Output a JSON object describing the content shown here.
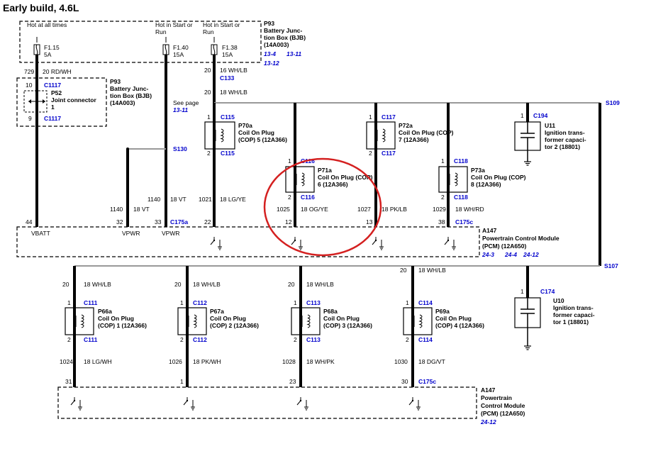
{
  "title": "Early build, 4.6L",
  "fuses": {
    "hot_at_all_times": "Hot at all times",
    "hot_start_run_1": [
      "Hot in Start or",
      "Run"
    ],
    "hot_start_run_2": [
      "Hot in Start or",
      "Run"
    ],
    "f115": [
      "F1.15",
      "5A"
    ],
    "f140": [
      "F1.40",
      "15A"
    ],
    "f138": [
      "F1.38",
      "15A"
    ]
  },
  "bjb_top": {
    "id": "P93",
    "lines": [
      "Battery Junc-",
      "tion Box (BJB)",
      "(14A003)"
    ],
    "refs": [
      "13-4",
      "13-11",
      "13-12"
    ]
  },
  "bjb_left": {
    "id": "P93",
    "lines": [
      "Battery Junc-",
      "tion Box (BJB)",
      "(14A003)"
    ]
  },
  "joint": {
    "id": "P52",
    "lines": [
      "Joint connector",
      "1"
    ],
    "pin_top": "10",
    "pin_bottom": "9",
    "conn_top": "C1117",
    "conn_bottom": "C1117"
  },
  "wires": {
    "w729": [
      "729",
      "20 RD/WH"
    ],
    "w20_16": [
      "20",
      "16 WH/LB"
    ],
    "c133": "C133",
    "w20_18": [
      "20",
      "18 WH/LB"
    ],
    "see_page": [
      "See page",
      "13-11"
    ],
    "s130": "S130",
    "s109": "S109",
    "s107": "S107",
    "w1140a": [
      "1140",
      "18 VT"
    ],
    "w1140b": [
      "1140",
      "18 VT"
    ],
    "w1021": [
      "1021",
      "18 LG/YE"
    ],
    "w1025": [
      "1025",
      "18 OG/YE"
    ],
    "w1027": [
      "1027",
      "18 PK/LB"
    ],
    "w1029": [
      "1029",
      "18 WH/RD"
    ]
  },
  "top_coils": [
    {
      "pin1": "1",
      "conn1": "C115",
      "id": "P70a",
      "lines": [
        "Coil On Plug",
        "(COP) 5 (12A366)"
      ],
      "pin2": "2",
      "conn2": "C115"
    },
    {
      "pin1": "1",
      "conn1": "C116",
      "id": "P71a",
      "lines": [
        "Coil On Plug (COP)",
        "6 (12A366)"
      ],
      "pin2": "2",
      "conn2": "C116"
    },
    {
      "pin1": "1",
      "conn1": "C117",
      "id": "P72a",
      "lines": [
        "Coil On Plug (COP)",
        "7 (12A366)"
      ],
      "pin2": "2",
      "conn2": "C117"
    },
    {
      "pin1": "1",
      "conn1": "C118",
      "id": "P73a",
      "lines": [
        "Coil On Plug (COP)",
        "8 (12A366)"
      ],
      "pin2": "2",
      "conn2": "C118"
    }
  ],
  "caps": [
    {
      "pin": "1",
      "conn": "C194",
      "id": "U11",
      "lines": [
        "Ignition trans-",
        "former capaci-",
        "tor 2 (18801)"
      ]
    },
    {
      "pin": "1",
      "conn": "C174",
      "id": "U10",
      "lines": [
        "Ignition trans-",
        "former capaci-",
        "tor 1 (18801)"
      ]
    }
  ],
  "pcm_top": {
    "pins": [
      "44",
      "32",
      "33",
      "22",
      "12",
      "13",
      "38"
    ],
    "labels": [
      "VBATT",
      "VPWR",
      "VPWR"
    ],
    "conn_a": "C175a",
    "conn_c": "C175c",
    "id": "A147",
    "lines": [
      "Powertrain Control Module",
      "(PCM) (12A650)"
    ],
    "refs": [
      "24-3",
      "24-4",
      "24-12"
    ]
  },
  "bottom_coils": [
    {
      "wtop": [
        "20",
        "18 WH/LB"
      ],
      "pin1": "1",
      "conn1": "C111",
      "id": "P66a",
      "lines": [
        "Coil On Plug",
        "(COP) 1 (12A366)"
      ],
      "pin2": "2",
      "conn2": "C111",
      "wbot": [
        "1024",
        "18 LG/WH"
      ],
      "pcm_pin": "31"
    },
    {
      "wtop": [
        "20",
        "18 WH/LB"
      ],
      "pin1": "1",
      "conn1": "C112",
      "id": "P67a",
      "lines": [
        "Coil On Plug",
        "(COP) 2 (12A366)"
      ],
      "pin2": "2",
      "conn2": "C112",
      "wbot": [
        "1026",
        "18 PK/WH"
      ],
      "pcm_pin": "1"
    },
    {
      "wtop": [
        "20",
        "18 WH/LB"
      ],
      "pin1": "1",
      "conn1": "C113",
      "id": "P68a",
      "lines": [
        "Coil On Plug",
        "(COP) 3 (12A366)"
      ],
      "pin2": "2",
      "conn2": "C113",
      "wbot": [
        "1028",
        "18 WH/PK"
      ],
      "pcm_pin": "23"
    },
    {
      "wtop": [
        "20",
        "18 WH/LB"
      ],
      "pin1": "1",
      "conn1": "C114",
      "id": "P69a",
      "lines": [
        "Coil On Plug",
        "(COP) 4 (12A366)"
      ],
      "pin2": "2",
      "conn2": "C114",
      "wbot": [
        "1030",
        "18 DG/VT"
      ],
      "pcm_pin": "30"
    }
  ],
  "pcm_bottom": {
    "conn_c": "C175c",
    "id": "A147",
    "lines": [
      "Powertrain",
      "Control Module",
      "(PCM) (12A650)"
    ],
    "refs": [
      "24-12"
    ]
  },
  "highlight_color": "#d42020"
}
